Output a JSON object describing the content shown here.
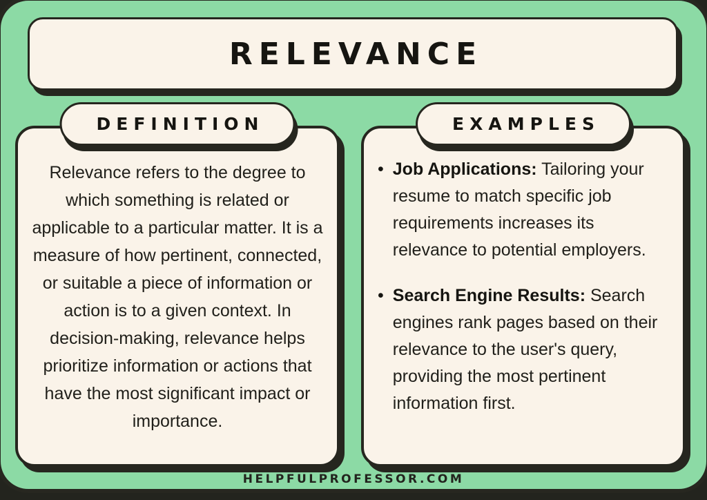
{
  "page": {
    "title": "RELEVANCE",
    "footer": "HELPFULPROFESSOR.COM"
  },
  "definition": {
    "heading": "DEFINITION",
    "body": "Relevance refers to the degree to which something is related or applicable to a particular matter. It is a measure of how pertinent, connected, or suitable a piece of information or action is to a given context. In decision-making, relevance helps prioritize information or actions that have the most significant impact or importance."
  },
  "examples": {
    "heading": "EXAMPLES",
    "bullet_char": "•",
    "items": [
      {
        "label": "Job Applications:",
        "text": "Tailoring your resume to match specific job requirements increases its relevance to potential employers."
      },
      {
        "label": "Search Engine Results:",
        "text": "Search engines rank pages based on their relevance to the user's query, providing the most pertinent information first."
      }
    ]
  },
  "colors": {
    "background_frame": "#23241e",
    "panel_green": "#8cdaa5",
    "card_cream": "#faf3e9",
    "ink_dark": "#26261f",
    "text": "#21201b"
  }
}
